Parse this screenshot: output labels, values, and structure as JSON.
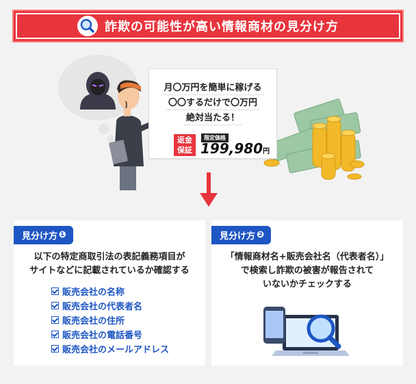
{
  "banner": {
    "title": "詐欺の可能性が高い情報商材の見分け方",
    "icon": "magnifier-icon"
  },
  "sign": {
    "lines": [
      "月〇万円を簡単に稼げる",
      "〇〇するだけで〇万円",
      "絶対当たる！"
    ],
    "refund_line1": "返金",
    "refund_line2": "保証",
    "limited_label": "限定価格",
    "price": "199,980",
    "price_unit": "円"
  },
  "cards": [
    {
      "tag_label": "見分け方",
      "tag_num": "❶",
      "desc_line1": "以下の特定商取引法の表記義務項目が",
      "desc_line2": "サイトなどに記載されているか確認する",
      "checklist": [
        "販売会社の名称",
        "販売会社の代表者名",
        "販売会社の住所",
        "販売会社の電話番号",
        "販売会社のメールアドレス"
      ]
    },
    {
      "tag_label": "見分け方",
      "tag_num": "❷",
      "desc_line1": "「情報商材名+販売会社名（代表者名）」",
      "desc_line2": "で検索し詐欺の被害が報告されて",
      "desc_line3": "いないかチェックする"
    }
  ],
  "colors": {
    "red": "#e8343d",
    "blue": "#1e56c3",
    "background": "#f2f2f2"
  }
}
